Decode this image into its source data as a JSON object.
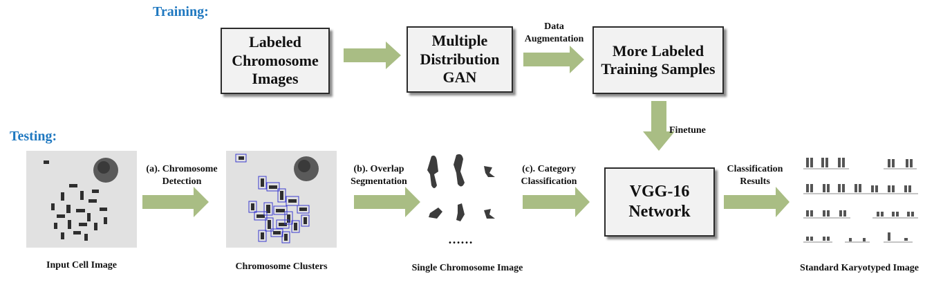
{
  "training": {
    "title": "Training:",
    "box1": "Labeled\nChromosome\nImages",
    "box2": "Multiple\nDistribution\nGAN",
    "arrow_label": "Data\nAugmentation",
    "box3": "More Labeled\nTraining Samples"
  },
  "finetune_label": "Finetune",
  "testing": {
    "title": "Testing:",
    "step_a": "(a). Chromosome\nDetection",
    "step_b": "(b). Overlap\nSegmentation",
    "step_c": "(c). Category\nClassification",
    "vgg_box": "VGG-16\nNetwork",
    "results_label": "Classification\nResults",
    "ellipsis": "……",
    "captions": {
      "input": "Input Cell Image",
      "clusters": "Chromosome Clusters",
      "single": "Single Chromosome Image",
      "karyotype": "Standard Karyotyped Image"
    }
  },
  "colors": {
    "arrow": "#a9bd84",
    "title": "#1f78c0",
    "box_fill": "#f2f2f2",
    "box_border": "#2b2b2b",
    "detection_box": "#3b3bd0"
  }
}
